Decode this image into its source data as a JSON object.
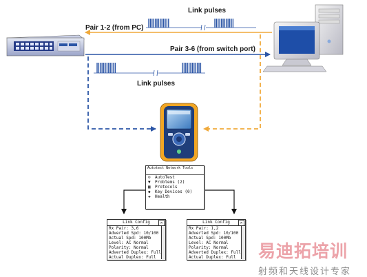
{
  "labels": {
    "link_pulses_top": "Link pulses",
    "pair_1_2": "Pair 1-2 (from PC)",
    "pair_3_6": "Pair 3-6 (from switch port)",
    "link_pulses_bottom": "Link pulses"
  },
  "colors": {
    "pair_1_2": "#f0a93a",
    "pair_3_6": "#2b55a6",
    "pulse": "#2b55a6"
  },
  "tester_menu": {
    "header": "Autotest  Network  Tools",
    "items": [
      {
        "icon": "autotest-icon",
        "label": "AutoTest"
      },
      {
        "icon": "problems-icon",
        "label": "Problems (2)"
      },
      {
        "icon": "protocols-icon",
        "label": "Protocols"
      },
      {
        "icon": "key-devices-icon",
        "label": "Key Devices (0)"
      },
      {
        "icon": "health-icon",
        "label": "Health"
      }
    ]
  },
  "link_config_left": {
    "title": "Link Config",
    "rows": [
      "Rx Pair: 3,6",
      "Adverted Spd: 10/100",
      "Actual Spd: 100Mb",
      "Level: AC Normal",
      "Polarity: Normal",
      "Adverted Duplex: Full",
      "Actual Duplex: Full"
    ]
  },
  "link_config_right": {
    "title": "Link Config",
    "rows": [
      "Rx Pair: 1,2",
      "Adverted Spd: 10/100",
      "Actual Spd: 100Mb",
      "Level: AC Normal",
      "Polarity: Normal",
      "Adverted Duplex: Full",
      "Actual Duplex: Full"
    ]
  },
  "watermark": {
    "main": "易迪拓培训",
    "sub": "射频和天线设计专家"
  }
}
